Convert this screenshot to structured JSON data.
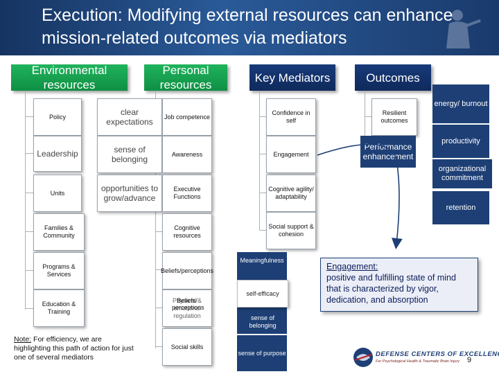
{
  "slide": {
    "title": "Execution: Modifying external resources can enhance mission-related outcomes via mediators",
    "page_number": "9"
  },
  "headers": {
    "environmental": "Environmental resources",
    "personal": "Personal resources",
    "mediators": "Key Mediators",
    "outcomes": "Outcomes"
  },
  "environmental": {
    "top_left": [
      "Policy",
      "Leadership",
      "Units"
    ],
    "lower": [
      "Families & Community",
      "Programs & Services",
      "Education & Training"
    ],
    "options": [
      "clear expectations",
      "sense of belonging",
      "opportunities to grow/advance"
    ]
  },
  "personal": {
    "items": [
      "Job competence",
      "Awareness",
      "Executive Functions",
      "Cognitive resources",
      "Beliefs/perceptions",
      "Physical & emotional regulation",
      "Social skills"
    ],
    "overlay_text": "Beliefs/ perceptions"
  },
  "mediators": {
    "items": [
      "Confidence in self",
      "Engagement",
      "Cognitive agility/ adaptability",
      "Social support & cohesion"
    ],
    "dark_items": [
      "Meaningfulness",
      "self-efficacy",
      "sense of belonging",
      "sense of purpose"
    ]
  },
  "outcomes": {
    "items": [
      "Resilient outcomes",
      "Performance enhancement"
    ],
    "dark_items": [
      "energy/ burnout",
      "productivity",
      "organizational commitment",
      "retention"
    ]
  },
  "note": {
    "label": "Note:",
    "text": " For efficiency, we are highlighting  this path of action for just one of several mediators"
  },
  "engagement_def": {
    "term": "Engagement:",
    "text": "positive and fulfilling state of mind that is characterized by vigor, dedication, and absorption"
  },
  "logo": {
    "name": "DEFENSE CENTERS OF EXCELLENCE",
    "tagline": "For Psychological Health & Traumatic Brain Injury"
  },
  "colors": {
    "header_bg": "#1d3f75",
    "green": "#13a04e",
    "navy": "#0f2a5c",
    "dark_tiles": "#1d3f75"
  }
}
